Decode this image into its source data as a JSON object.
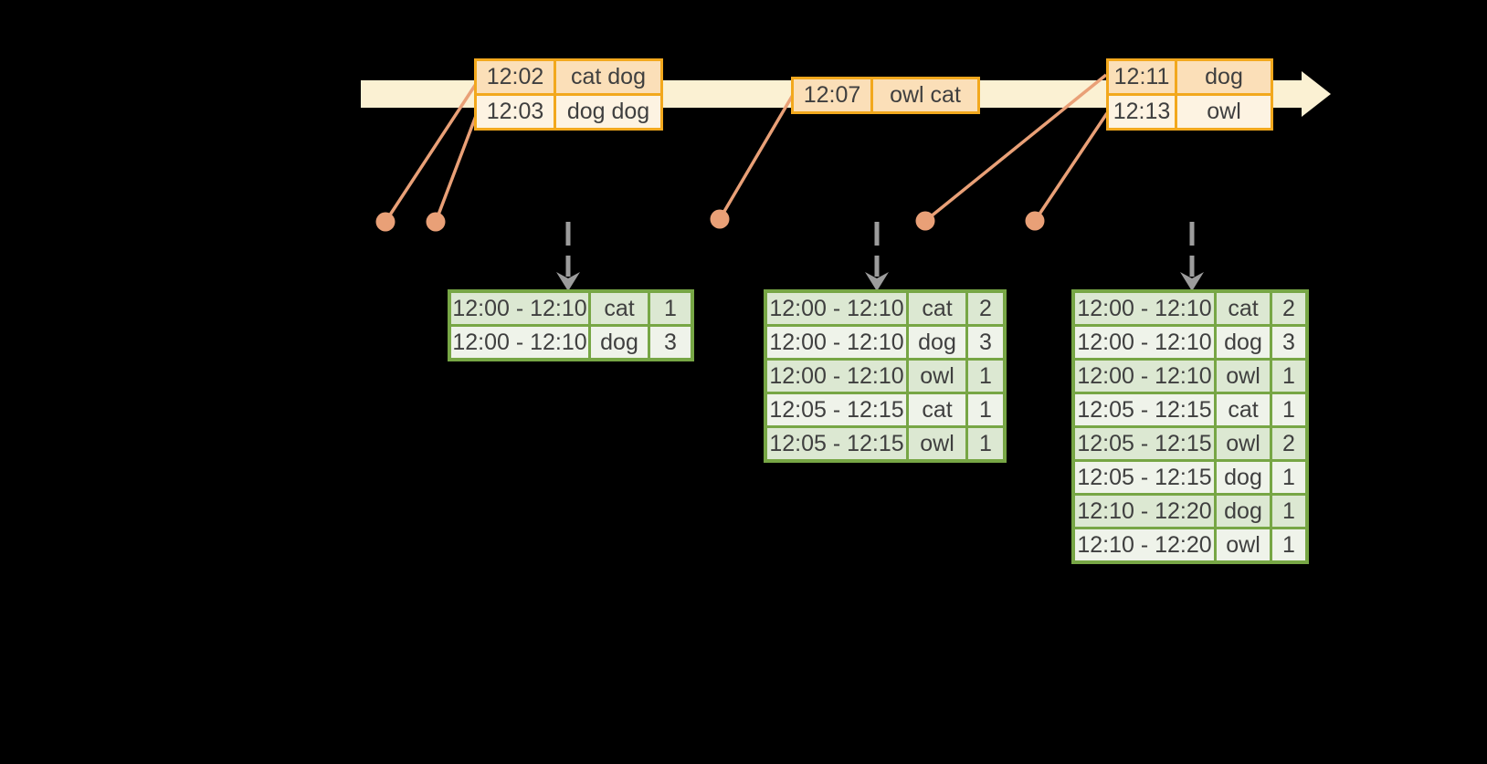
{
  "colors": {
    "background": "#000000",
    "timeline_band": "#FBF1D3",
    "event_table_border": "#F2A81D",
    "event_row_peach": "#FBDFB8",
    "event_row_cream": "#FDF3E2",
    "connector_salmon": "#E9A077",
    "result_table_border": "#77A645",
    "result_row_green": "#DCE8D2",
    "result_row_light": "#EFF3EA",
    "trigger_arrow_gray": "#9C9C9C",
    "text": "#3F3F3F"
  },
  "event_tables": [
    {
      "rows": [
        {
          "time": "12:02",
          "words": "cat dog"
        },
        {
          "time": "12:03",
          "words": "dog dog"
        }
      ]
    },
    {
      "rows": [
        {
          "time": "12:07",
          "words": "owl cat"
        }
      ]
    },
    {
      "rows": [
        {
          "time": "12:11",
          "words": "dog"
        },
        {
          "time": "12:13",
          "words": "owl"
        }
      ]
    }
  ],
  "result_tables": [
    {
      "rows": [
        {
          "window": "12:00 - 12:10",
          "word": "cat",
          "count": "1"
        },
        {
          "window": "12:00 - 12:10",
          "word": "dog",
          "count": "3"
        }
      ]
    },
    {
      "rows": [
        {
          "window": "12:00 - 12:10",
          "word": "cat",
          "count": "2"
        },
        {
          "window": "12:00 - 12:10",
          "word": "dog",
          "count": "3"
        },
        {
          "window": "12:00 - 12:10",
          "word": "owl",
          "count": "1"
        },
        {
          "window": "12:05 - 12:15",
          "word": "cat",
          "count": "1"
        },
        {
          "window": "12:05 - 12:15",
          "word": "owl",
          "count": "1"
        }
      ]
    },
    {
      "rows": [
        {
          "window": "12:00 - 12:10",
          "word": "cat",
          "count": "2"
        },
        {
          "window": "12:00 - 12:10",
          "word": "dog",
          "count": "3"
        },
        {
          "window": "12:00 - 12:10",
          "word": "owl",
          "count": "1"
        },
        {
          "window": "12:05 - 12:15",
          "word": "cat",
          "count": "1"
        },
        {
          "window": "12:05 - 12:15",
          "word": "owl",
          "count": "2"
        },
        {
          "window": "12:05 - 12:15",
          "word": "dog",
          "count": "1"
        },
        {
          "window": "12:10 - 12:20",
          "word": "dog",
          "count": "1"
        },
        {
          "window": "12:10 - 12:20",
          "word": "owl",
          "count": "1"
        }
      ]
    }
  ]
}
